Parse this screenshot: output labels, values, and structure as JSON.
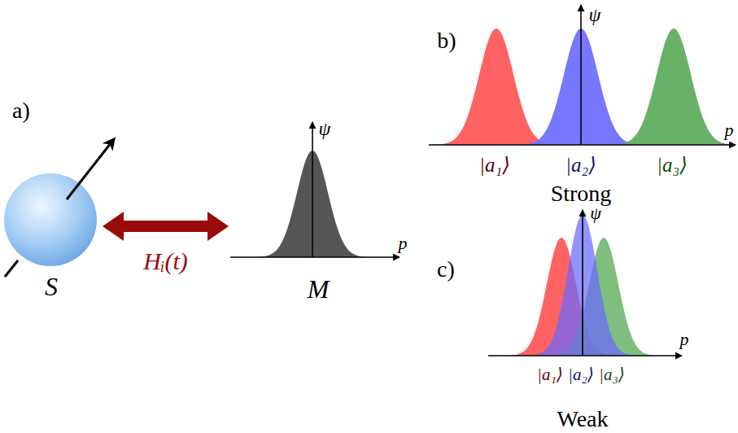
{
  "diagram": {
    "nodes": [
      {
        "text": [
          "S"
        ]
      },
      {
        "text": [
          "M"
        ]
      }
    ],
    "edges": [
      {
        "from": 0,
        "to": 1,
        "arrow": "both",
        "label": "Hᵢ(t)"
      }
    ],
    "labels": [
      "a)",
      "b)",
      "ψ",
      "p",
      "|a₁⟩",
      "|a₂⟩",
      "|a₃⟩",
      "Strong",
      "ψ",
      "p",
      "c)",
      "ψ",
      "p",
      "|a₁⟩",
      "|a₂⟩",
      "|a₃⟩",
      "Weak"
    ]
  }
}
